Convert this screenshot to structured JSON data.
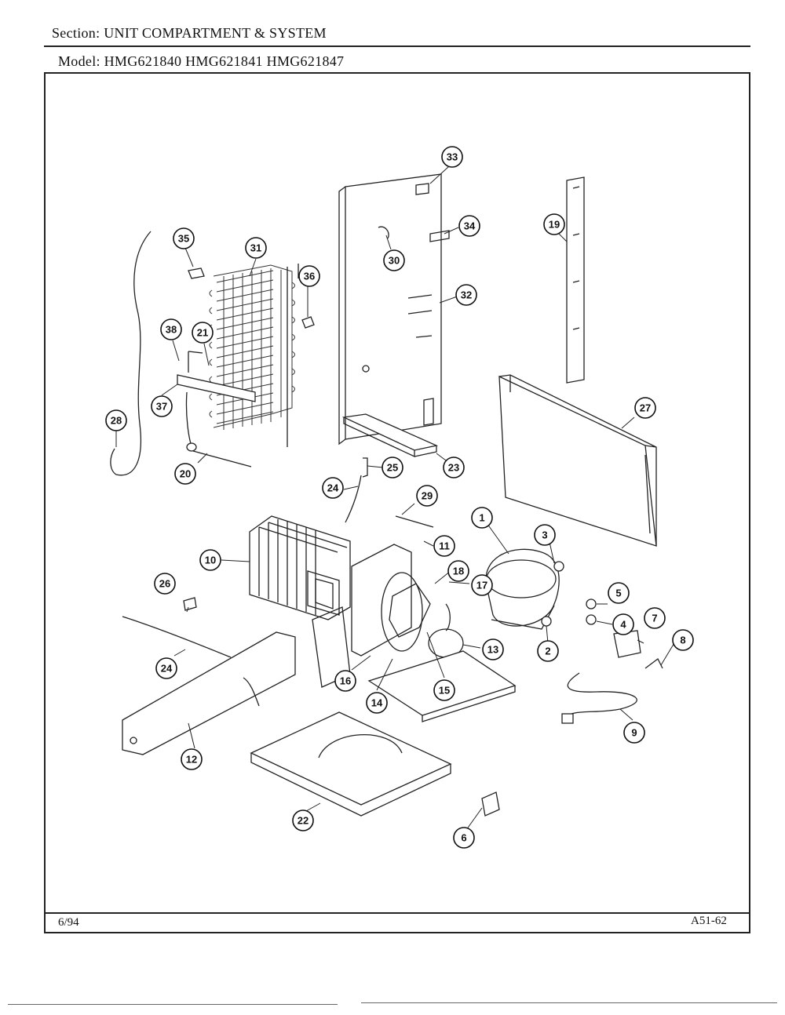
{
  "header": {
    "section_label": "Section:",
    "section_value": "UNIT COMPARTMENT & SYSTEM",
    "model_label": "Model:",
    "models": [
      "HMG621840",
      "HMG621841",
      "HMG621847"
    ]
  },
  "callouts": [
    "1",
    "2",
    "3",
    "4",
    "5",
    "6",
    "7",
    "8",
    "9",
    "10",
    "11",
    "12",
    "13",
    "14",
    "15",
    "16",
    "17",
    "18",
    "19",
    "20",
    "21",
    "22",
    "23",
    "24",
    "24",
    "25",
    "26",
    "27",
    "28",
    "29",
    "30",
    "31",
    "32",
    "33",
    "34",
    "35",
    "36",
    "37",
    "38"
  ],
  "footer": {
    "date": "6/94",
    "page_code": "A51-62"
  }
}
